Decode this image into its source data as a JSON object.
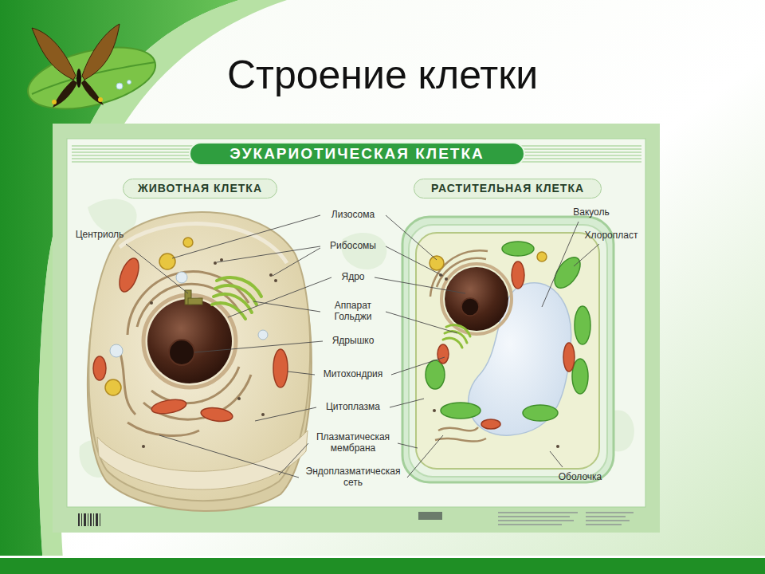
{
  "diagram": {
    "title": "Строение клетки",
    "nodes": [
      {
        "text": [
          "ЭУКАРИОТИЧЕСКАЯ КЛЕТКА"
        ]
      },
      {
        "text": [
          "ЖИВОТНАЯ КЛЕТКА"
        ]
      },
      {
        "text": [
          "РАСТИТЕЛЬНАЯ КЛЕТКА"
        ]
      }
    ],
    "labels": [
      "Центриоль",
      "Лизосома",
      "Рибосомы",
      "Ядро",
      "Аппарат Гольджи",
      "Ядрышко",
      "Митохондрия",
      "Цитоплазма",
      "Плазматическая мембрана",
      "Эндоплазматическая сеть",
      "Вакуоль",
      "Хлоропласт",
      "Оболочка"
    ]
  }
}
